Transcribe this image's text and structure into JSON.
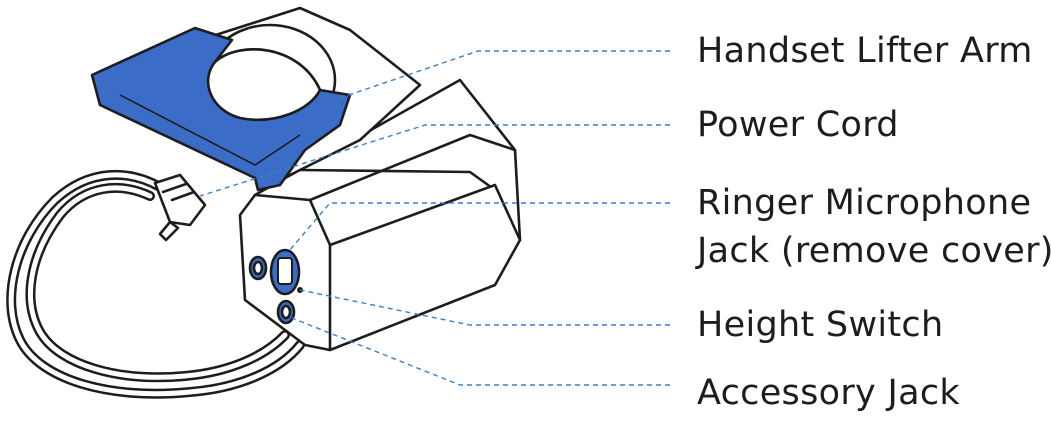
{
  "callouts": {
    "lifter_arm": "Handset Lifter Arm",
    "power_cord": "Power Cord",
    "ringer_line1": "Ringer Microphone",
    "ringer_line2": "Jack (remove cover)",
    "height_switch": "Height Switch",
    "accessory_jack": "Accessory Jack"
  },
  "colors": {
    "lifter_blue": "#3b6cc8",
    "leader_blue": "#3e7fc6",
    "outline": "#1d1d1b",
    "body_white": "#ffffff"
  }
}
